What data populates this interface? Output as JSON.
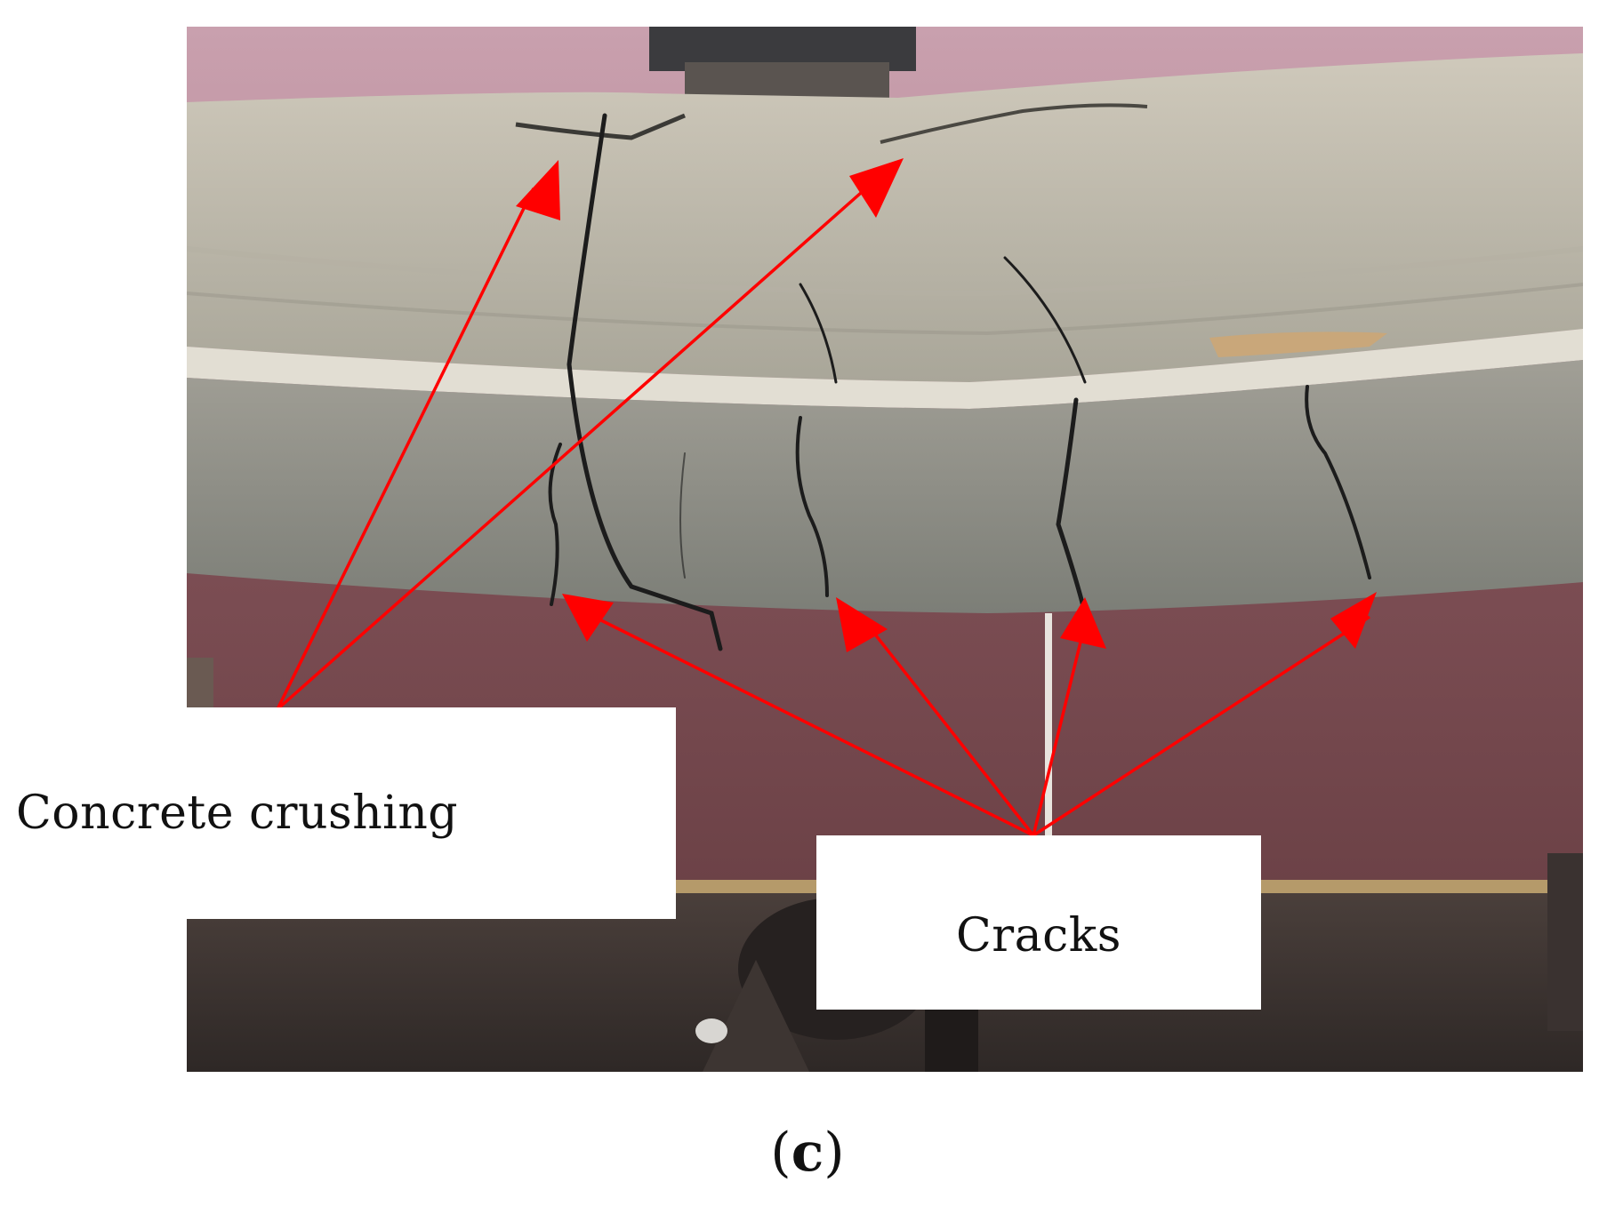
{
  "figure": {
    "labels": {
      "concrete_crushing": "Concrete crushing",
      "cracks": "Cracks"
    },
    "caption": {
      "open": "(",
      "letter": "c",
      "close": ")"
    },
    "colors": {
      "arrow": "#ff0000",
      "wall": "#8a5a5e",
      "beam_top": "#c7c1b3",
      "beam_side": "#8f918a",
      "crack": "#1c1c1c"
    }
  }
}
